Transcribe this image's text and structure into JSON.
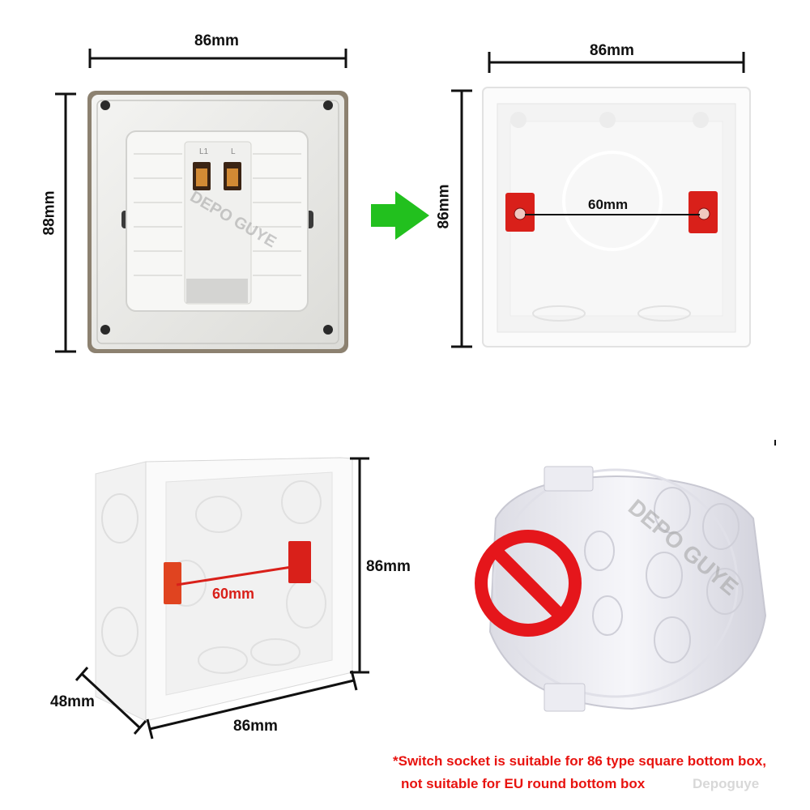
{
  "panels": {
    "socket_back": {
      "width_label": "86mm",
      "height_label": "88mm",
      "socket_terminals": [
        "L1",
        "L"
      ],
      "watermark": "DEPO GUYE"
    },
    "square_box_front": {
      "width_label": "86mm",
      "height_label": "86mm",
      "hole_spacing_label": "60mm"
    },
    "square_box_angle": {
      "height_label": "86mm",
      "depth_label": "48mm",
      "width_label": "86mm",
      "hole_spacing_label": "60mm"
    },
    "round_box": {
      "watermark": "DEPO GUYE"
    }
  },
  "note": {
    "line1": "*Switch socket is suitable for 86 type square bottom box,",
    "line2": "not suitable for EU round bottom box",
    "brand": "Depoguye"
  },
  "colors": {
    "arrow": "#22c01e",
    "prohibit": "#e5161b",
    "clamp": "#d9201a",
    "note": "#e8130f"
  }
}
